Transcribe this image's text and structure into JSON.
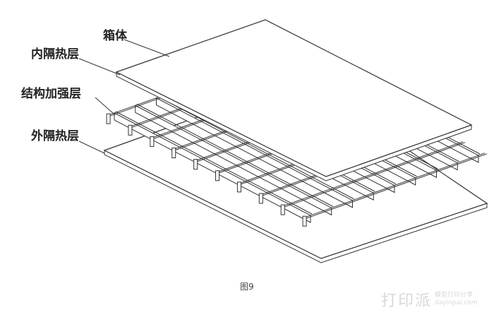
{
  "labels": {
    "box": "箱体",
    "inner_insulation": "内隔热层",
    "structural_reinforcement": "结构加强层",
    "outer_insulation": "外隔热层"
  },
  "caption": "图9",
  "watermark": {
    "logo": "打印派",
    "tagline": "模型打印分享",
    "site": "dayinpai.com"
  }
}
